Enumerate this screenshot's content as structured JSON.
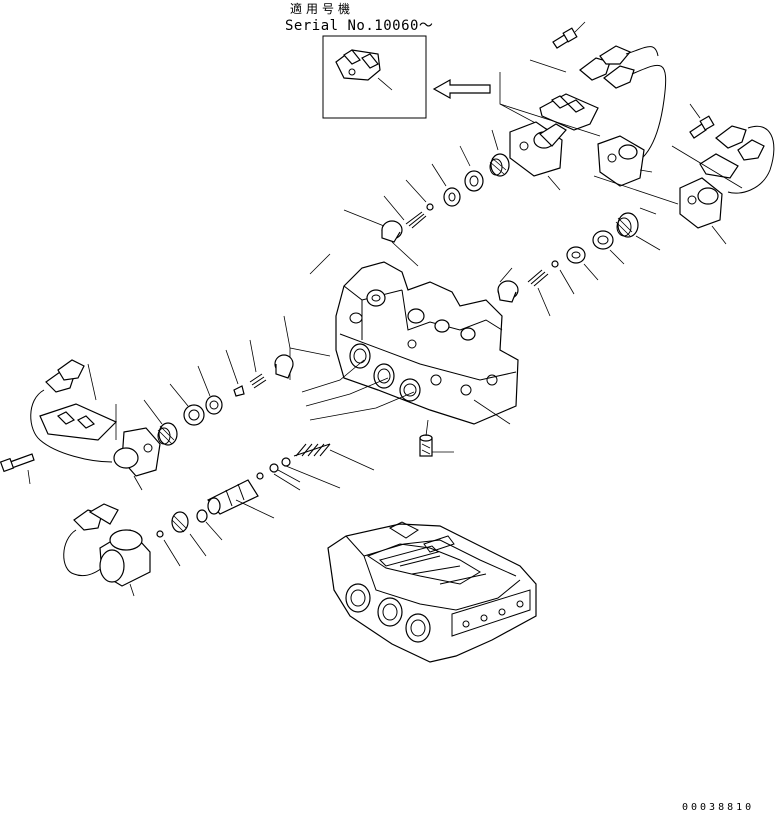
{
  "header": {
    "applicable_model_label": "適用号機",
    "serial_label": "Serial No.10060～"
  },
  "footer": {
    "drawing_number": "00038810"
  },
  "parts": [
    "inset-bracket",
    "solenoid-valve-upper",
    "bolt-upper",
    "harness-clip-upper",
    "solenoid-valve-right",
    "bolt-right",
    "spring-upper",
    "collar-upper",
    "seal-upper",
    "small-spring-upper",
    "ball-upper",
    "plug-upper",
    "valve-body",
    "plug-lower",
    "spring-right",
    "seal-right",
    "collar-right",
    "spring-right-large",
    "solenoid-valve-left",
    "bolt-left",
    "harness-clip-left",
    "spring-left",
    "collar-left",
    "seal-left",
    "ball-left",
    "small-spring-left",
    "spring-lower",
    "washer-lower",
    "spool-lower",
    "o-ring-lower",
    "seat-lower",
    "ball-lower",
    "solenoid-lower",
    "valve-body-assembled"
  ]
}
